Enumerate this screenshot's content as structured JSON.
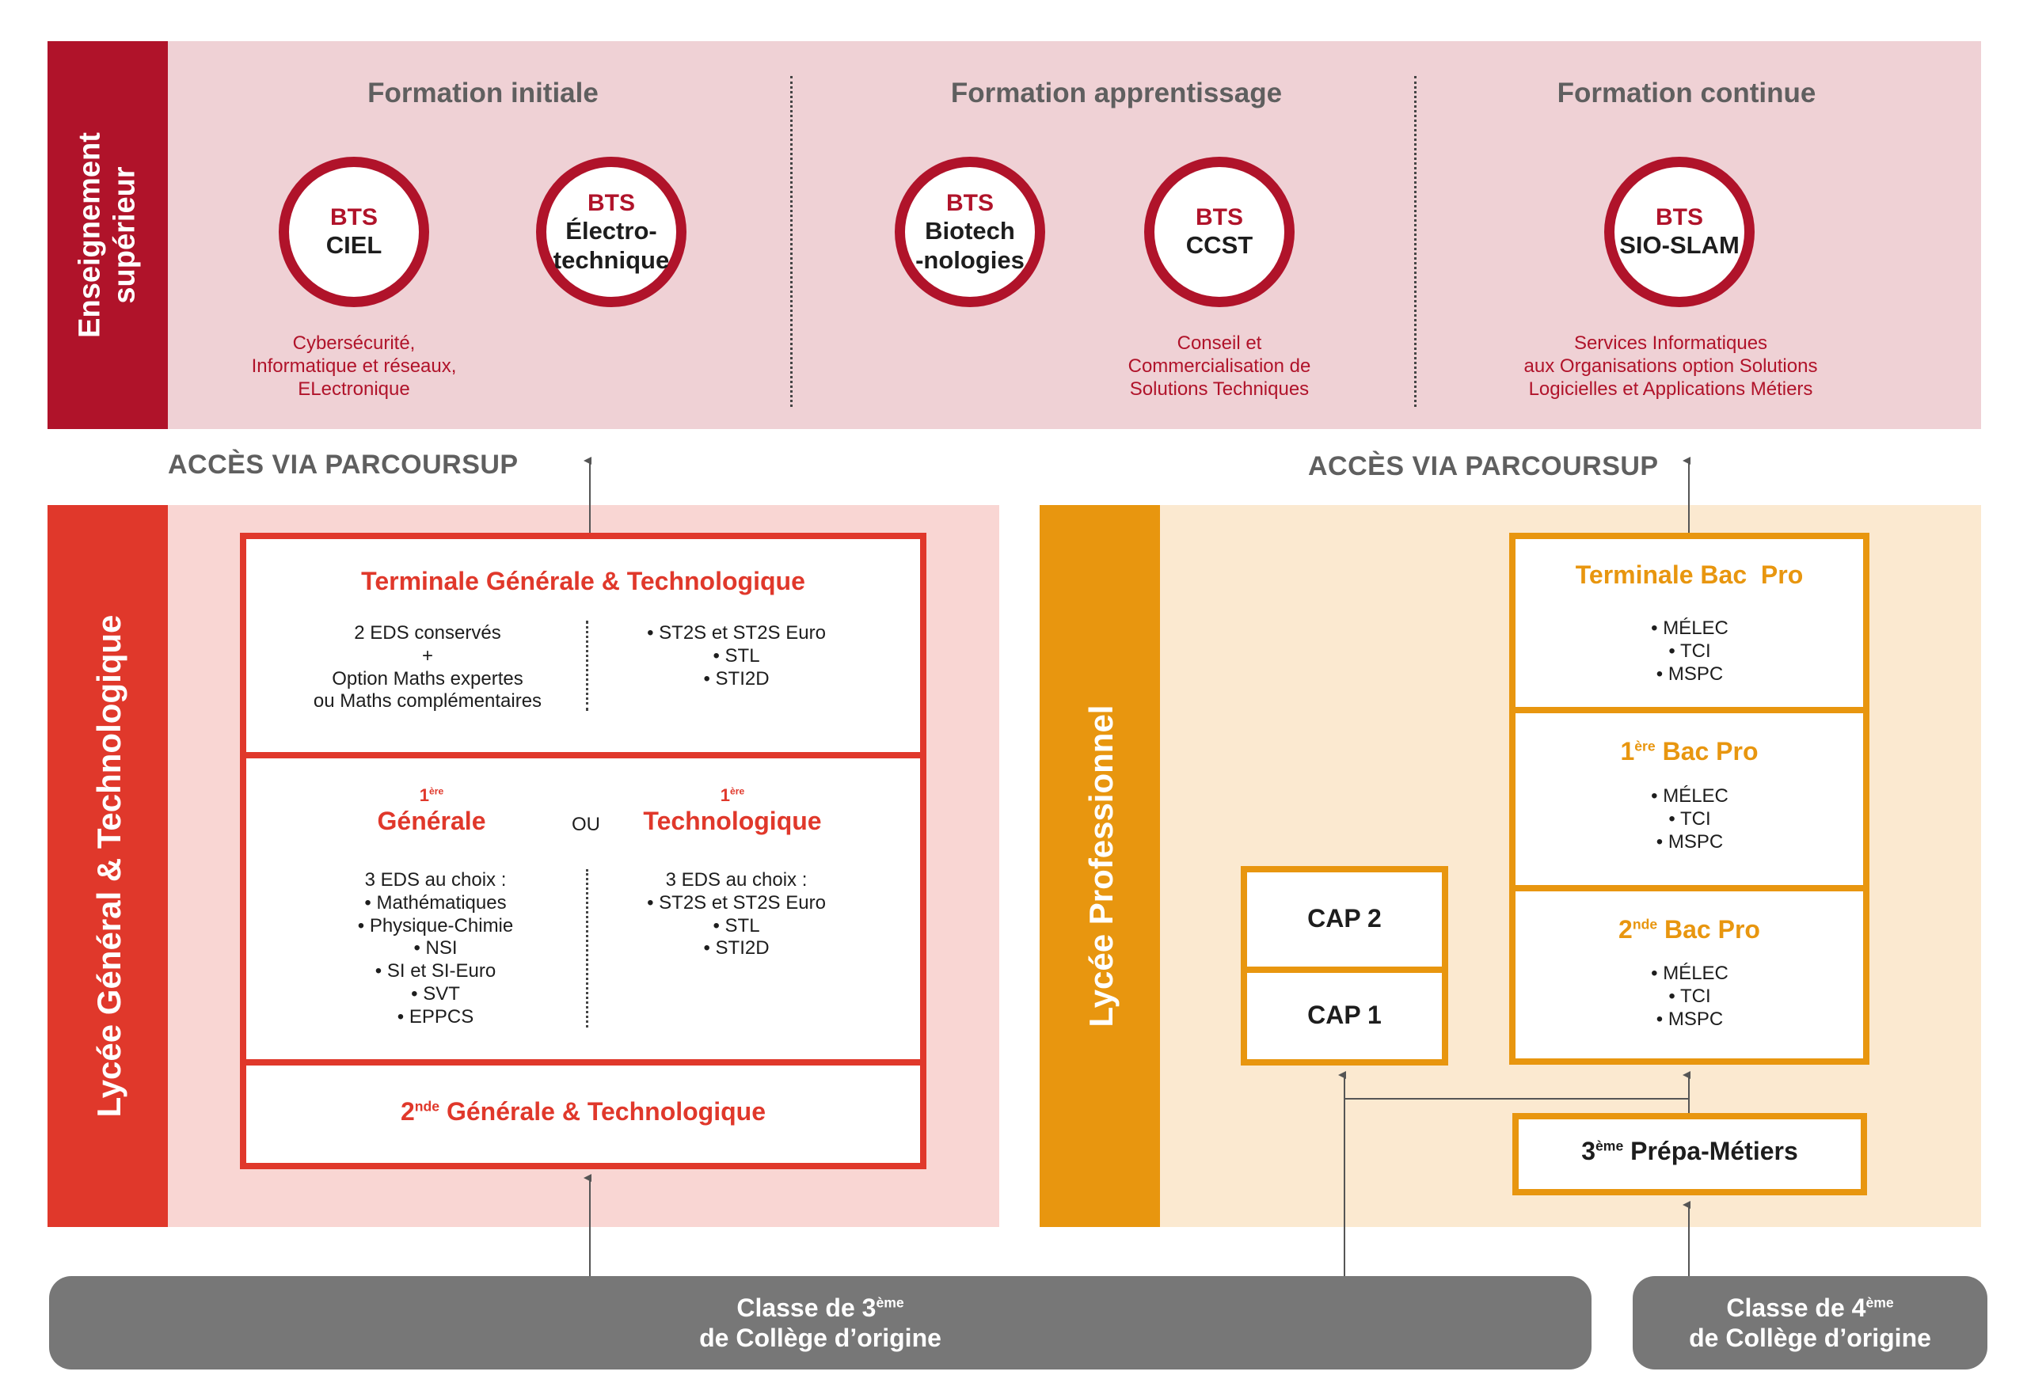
{
  "colors": {
    "dark_red": "#b0132a",
    "pink_bg": "#efd1d5",
    "red": "#e0382b",
    "light_red_bg": "#f9d6d3",
    "orange": "#e8960f",
    "light_orange_bg": "#fbe9d0",
    "grey": "#777777"
  },
  "superieur": {
    "label": "Enseignement supérieur",
    "label_line1": "Enseignement",
    "label_line2": "supérieur",
    "sections": [
      {
        "title": "Formation initiale"
      },
      {
        "title": "Formation apprentissage"
      },
      {
        "title": "Formation continue"
      }
    ],
    "bts": [
      {
        "prefix": "BTS",
        "name": "CIEL",
        "desc": [
          "Cybersécurité,",
          "Informatique et réseaux,",
          "ELectronique"
        ]
      },
      {
        "prefix": "BTS",
        "name_lines": [
          "Électro-",
          "technique"
        ]
      },
      {
        "prefix": "BTS",
        "name_lines": [
          "Biotech",
          "-nologies"
        ]
      },
      {
        "prefix": "BTS",
        "name": "CCST",
        "desc": [
          "Conseil et",
          "Commercialisation de",
          "Solutions Techniques"
        ]
      },
      {
        "prefix": "BTS",
        "name": "SIO-SLAM",
        "desc": [
          "Services Informatiques",
          "aux Organisations option Solutions",
          "Logicielles et Applications Métiers"
        ]
      }
    ]
  },
  "acces": {
    "left": "ACCÈS VIA PARCOURSUP",
    "right": "ACCÈS VIA PARCOURSUP"
  },
  "lycee_gt": {
    "label": "Lycée Général & Technologique",
    "terminale": {
      "title": "Terminale Générale & Technologique",
      "left": [
        "2 EDS conservés",
        "+",
        "Option Maths expertes",
        "ou Maths complémentaires"
      ],
      "right": [
        "ST2S et ST2S Euro",
        "STL",
        "STI2D"
      ]
    },
    "premiere": {
      "generale_sup": "1ère",
      "generale_sup_num": "1",
      "generale_sup_suffix": "ère",
      "generale": "Générale",
      "ou": "OU",
      "techno_sup_num": "1",
      "techno_sup_suffix": "ère",
      "techno": "Technologique",
      "left_intro": "3 EDS au choix :",
      "left_items": [
        "Mathématiques",
        "Physique-Chimie",
        "NSI",
        "SI et SI-Euro",
        "SVT",
        "EPPCS"
      ],
      "right_intro": "3 EDS au choix :",
      "right_items": [
        "ST2S et ST2S Euro",
        "STL",
        "STI2D"
      ]
    },
    "seconde": {
      "num": "2",
      "suffix": "nde",
      "title": " Générale & Technologique"
    }
  },
  "lycee_pro": {
    "label": "Lycée Professionnel",
    "terminale": {
      "title": "Terminale Bac  Pro",
      "items": [
        "MÉLEC",
        "TCI",
        "MSPC"
      ]
    },
    "premiere": {
      "num": "1",
      "suffix": "ère",
      "title": " Bac Pro",
      "items": [
        "MÉLEC",
        "TCI",
        "MSPC"
      ]
    },
    "seconde": {
      "num": "2",
      "suffix": "nde",
      "title": " Bac Pro",
      "items": [
        "MÉLEC",
        "TCI",
        "MSPC"
      ]
    },
    "cap2": "CAP 2",
    "cap1": "CAP 1",
    "prepa": {
      "num": "3",
      "suffix": "ème",
      "title": " Prépa-Métiers"
    }
  },
  "college": {
    "left": {
      "line1_pre": "Classe de 3",
      "line1_sup": "ème",
      "line2": "de Collège d’origine"
    },
    "right": {
      "line1_pre": "Classe de 4",
      "line1_sup": "ème",
      "line2": "de Collège d’origine"
    }
  }
}
